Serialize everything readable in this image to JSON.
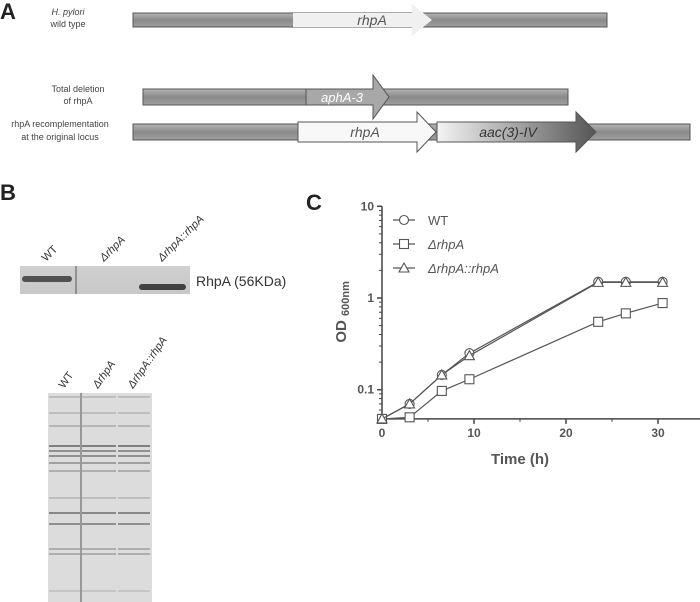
{
  "panels": {
    "a": {
      "label": "A",
      "rows": [
        {
          "caption_lines": [
            "H. pylori",
            "wild type"
          ],
          "genes": [
            "rhpA"
          ]
        },
        {
          "caption_lines": [
            "Total deletion",
            "of rhpA"
          ],
          "genes": [
            "aphA-3"
          ]
        },
        {
          "caption_lines": [
            "rhpA recomplementation",
            "at the original locus"
          ],
          "genes": [
            "rhpA",
            "aac(3)-IV"
          ]
        }
      ]
    },
    "b": {
      "label": "B",
      "lanes": [
        "WT",
        "ΔrhpA",
        "ΔrhpA::rhpA"
      ],
      "blot_label": "RhpA (56KDa)"
    },
    "c": {
      "label": "C"
    }
  },
  "chart_data": {
    "type": "line",
    "xlabel": "Time (h)",
    "ylabel": "OD",
    "ylabel_sub": "600nm",
    "y_scale": "log",
    "xlim": [
      0,
      35
    ],
    "ylim": [
      0.048,
      10
    ],
    "x_ticks": [
      "0",
      "10",
      "20",
      "30"
    ],
    "y_ticks": [
      "0.1",
      "1",
      "10"
    ],
    "legend_placement": "top-left",
    "grid": false,
    "x": [
      0,
      3,
      6.5,
      9.5,
      23.5,
      26.5,
      30.5
    ],
    "series": [
      {
        "name": "WT",
        "marker": "circle",
        "values": [
          0.048,
          0.07,
          0.145,
          0.25,
          1.5,
          1.5,
          1.5
        ]
      },
      {
        "name": "ΔrhpA",
        "marker": "square",
        "values": [
          0.048,
          0.05,
          0.097,
          0.13,
          0.55,
          0.68,
          0.88
        ]
      },
      {
        "name": "ΔrhpA::rhpA",
        "marker": "triangle",
        "values": [
          0.048,
          0.07,
          0.145,
          0.235,
          1.48,
          1.48,
          1.48
        ]
      }
    ],
    "colors": {
      "line": "#555555",
      "axis": "#444444"
    }
  }
}
